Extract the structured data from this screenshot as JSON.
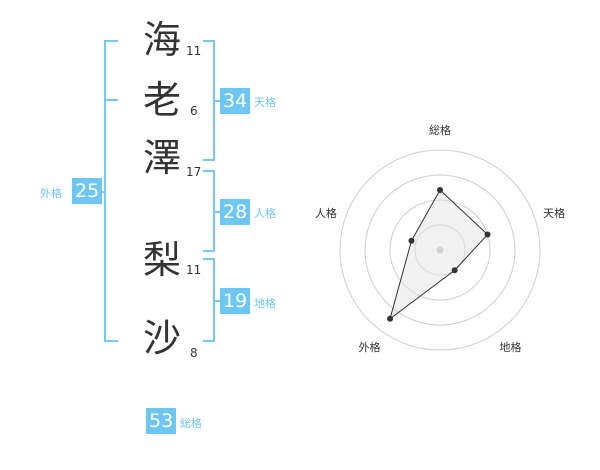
{
  "name_chars": [
    {
      "char": "海",
      "strokes": "11"
    },
    {
      "char": "老",
      "strokes": "6"
    },
    {
      "char": "澤",
      "strokes": "17"
    },
    {
      "char": "梨",
      "strokes": "11"
    },
    {
      "char": "沙",
      "strokes": "8"
    }
  ],
  "grades": {
    "tenkaku": {
      "value": "34",
      "label": "天格"
    },
    "jinkaku": {
      "value": "28",
      "label": "人格"
    },
    "chikaku": {
      "value": "19",
      "label": "地格"
    },
    "gaikaku": {
      "value": "25",
      "label": "外格"
    },
    "soukaku": {
      "value": "53",
      "label": "総格"
    }
  },
  "colors": {
    "accent": "#6ec6f2",
    "bracket": "#79c6ef",
    "text": "#333333"
  },
  "chart_data": {
    "type": "radar",
    "axes": [
      "総格",
      "天格",
      "地格",
      "外格",
      "人格"
    ],
    "values": [
      0.6,
      0.5,
      0.25,
      0.85,
      0.3
    ],
    "range": [
      0,
      1
    ],
    "rings": 4
  }
}
